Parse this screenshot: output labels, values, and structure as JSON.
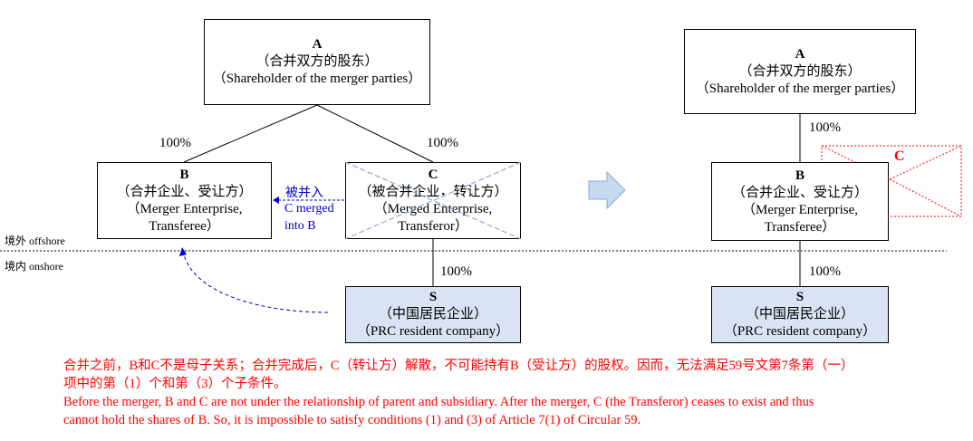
{
  "left": {
    "a": {
      "title": "A",
      "cn": "（合并双方的股东）",
      "en": "（Shareholder of the merger parties）"
    },
    "b": {
      "title": "B",
      "cn": "（合并企业、受让方）",
      "en1": "（Merger Enterprise,",
      "en2": "Transferee）"
    },
    "c": {
      "title": "C",
      "cn": "（被合并企业，转让方）",
      "en1": "（Merged Enterprise,",
      "en2": "Transferor）"
    },
    "s": {
      "title": "S",
      "cn": "（中国居民企业）",
      "en": "（PRC resident company）"
    },
    "pct_ab": "100%",
    "pct_ac": "100%",
    "pct_cs": "100%",
    "merge_cn": "被并入",
    "merge_en1": "C merged",
    "merge_en2": "into B"
  },
  "right": {
    "a": {
      "title": "A",
      "cn": "（合并双方的股东）",
      "en": "（Shareholder of the merger parties）"
    },
    "b": {
      "title": "B",
      "cn": "（合并企业、受让方）",
      "en1": "（Merger Enterprise,",
      "en2": "Transferee）"
    },
    "s": {
      "title": "S",
      "cn": "（中国居民企业）",
      "en": "（PRC resident company）"
    },
    "c_label": "C",
    "pct_ab": "100%",
    "pct_bs": "100%"
  },
  "offshore": "境外 offshore",
  "onshore": "境内 onshore",
  "note": {
    "cn1": "合并之前，B和C不是母子关系；合并完成后，C（转让方）解散，不可能持有B（受让方）的股权。因而，无法满足59号文第7条第（一）",
    "cn2": "项中的第（1）个和第（3）个子条件。",
    "en1": "Before the merger, B and C are not under the relationship of parent and subsidiary.  After the merger, C (the Transferor) ceases to exist and thus",
    "en2": "cannot hold the shares of B.  So, it is impossible to satisfy conditions (1) and (3) of Article 7(1) of Circular 59."
  },
  "colors": {
    "text_red": "#ff0000",
    "arrow_blue": "#0000cc",
    "box_blue": "#dae3f3",
    "big_arrow": "#c6d9f0",
    "cross": "#8ea9db"
  }
}
